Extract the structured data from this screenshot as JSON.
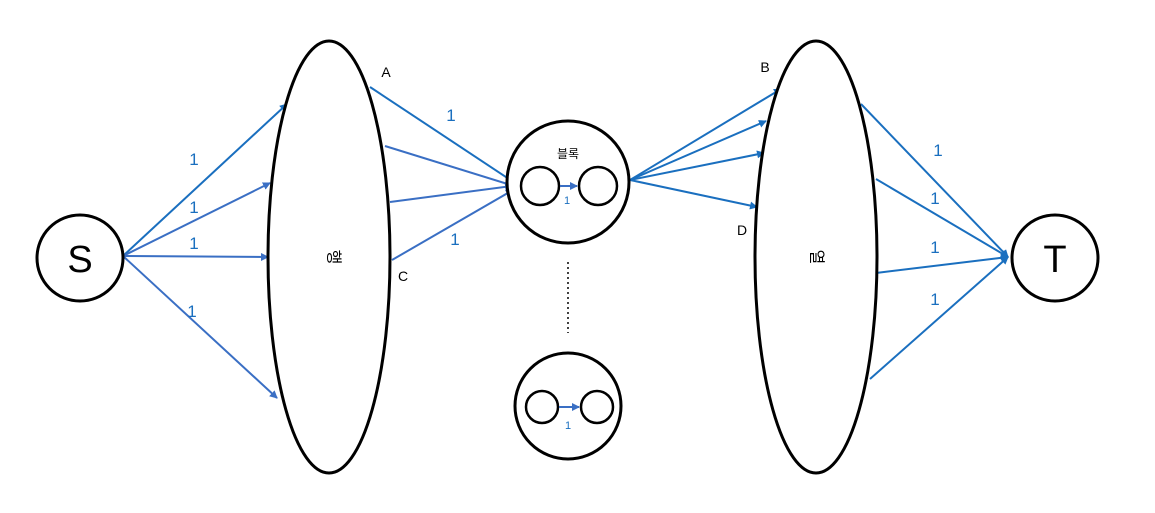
{
  "nodes": {
    "source": "S",
    "sink": "T",
    "row_group": "행",
    "col_group": "열",
    "block": "블록"
  },
  "points": {
    "a": "A",
    "b": "B",
    "c": "C",
    "d": "D"
  },
  "capacities": {
    "s_to_row": [
      "1",
      "1",
      "1",
      "1"
    ],
    "row_to_block_top": "1",
    "row_to_block_bottom": "1",
    "block_inner": "1",
    "block_inner_lower": "1",
    "col_to_t": [
      "1",
      "1",
      "1",
      "1"
    ]
  },
  "colors": {
    "edge": "#3a6fc4",
    "edge_dark": "#1a6fbf",
    "caption": "#1a6fbf"
  }
}
